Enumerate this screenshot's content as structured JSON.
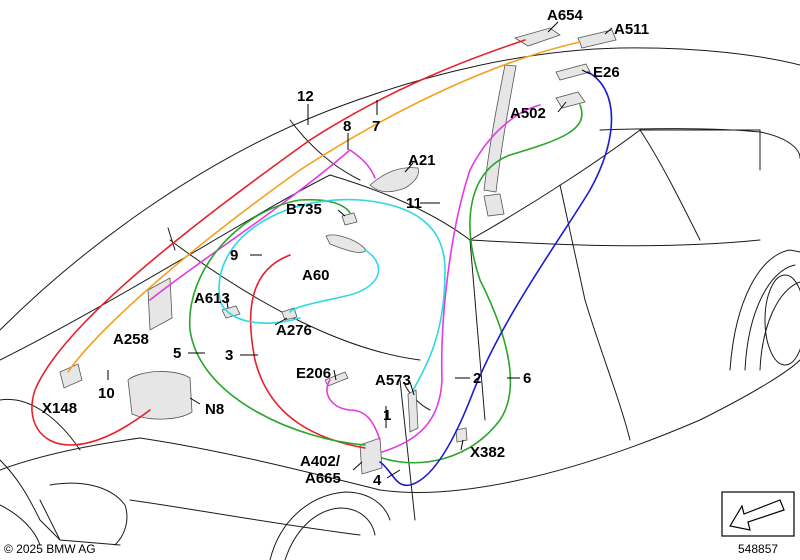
{
  "diagram": {
    "wire_colors": {
      "red": "#e8202a",
      "orange": "#f5a01e",
      "magenta": "#e43ae0",
      "green": "#2aa52a",
      "cyan": "#2fd8e4",
      "blue": "#1c1ccf"
    },
    "component_labels": {
      "A654": "A654",
      "A511": "A511",
      "E26": "E26",
      "A502": "A502",
      "A21": "A21",
      "B735": "B735",
      "A60": "A60",
      "A613": "A613",
      "A276": "A276",
      "A258": "A258",
      "E206": "E206",
      "A573": "A573",
      "X148": "X148",
      "N8": "N8",
      "X382": "X382",
      "A402_A665_line1": "A402/",
      "A402_A665_line2": "A665"
    },
    "wire_numbers": {
      "n1": "1",
      "n2": "2",
      "n3": "3",
      "n4": "4",
      "n5": "5",
      "n6": "6",
      "n7": "7",
      "n8": "8",
      "n9": "9",
      "n10": "10",
      "n11": "11",
      "n12": "12"
    },
    "copyright": "© 2025 BMW AG",
    "diagram_number": "548857",
    "arrow_icon": "direction-arrow-icon"
  }
}
